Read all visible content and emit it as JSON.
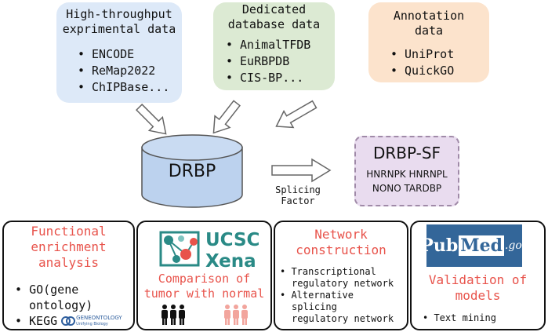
{
  "sources": [
    {
      "title_lines": [
        "High-throughput",
        "exprimental data"
      ],
      "items": [
        "ENCODE",
        "ReMap2022",
        "ChIPBase..."
      ],
      "color": "#dde9f8"
    },
    {
      "title_lines": [
        "Dedicated",
        "database data"
      ],
      "items": [
        "AnimalTFDB",
        "EuRBPDB",
        "CIS-BP..."
      ],
      "color": "#dcead3"
    },
    {
      "title_lines": [
        "Annotation",
        "data"
      ],
      "items": [
        "UniProt",
        "QuickGO"
      ],
      "color": "#fce3cc"
    }
  ],
  "db": {
    "label": "DRBP",
    "color": "#bcd2ee"
  },
  "arrow_label_lines": [
    "Splicing",
    "Factor"
  ],
  "sf": {
    "title": "DRBP-SF",
    "genes_line1": "HNRNPK HNRNPL",
    "genes_line2": "NONO TARDBP",
    "color": "#e9dcef"
  },
  "panels": {
    "p1": {
      "title_lines": [
        "Functional",
        "enrichment",
        "analysis"
      ],
      "items": [
        "GO(gene",
        "ontology)",
        "KEGG"
      ],
      "logo_main": "GENEONTOLOGY",
      "logo_sub": "Unifying Biology"
    },
    "p2": {
      "logo_lines": [
        "UCSC",
        "Xena"
      ],
      "title_lines": [
        "Comparison of",
        "tumor with normal"
      ]
    },
    "p3": {
      "title_lines": [
        "Network",
        "construction"
      ],
      "items": [
        "Transcriptional",
        "regulatory network",
        "Alternative",
        "splicing",
        "regulatory network"
      ]
    },
    "p4": {
      "logo_left": "Pub",
      "logo_right": "Med",
      "logo_gov": ".gov",
      "title_lines": [
        "Validation of",
        "models"
      ],
      "items": [
        "Text mining"
      ]
    }
  },
  "colors": {
    "accent_red": "#e8534b",
    "pubmed_blue": "#336699",
    "xena_teal": "#2a8a86"
  }
}
